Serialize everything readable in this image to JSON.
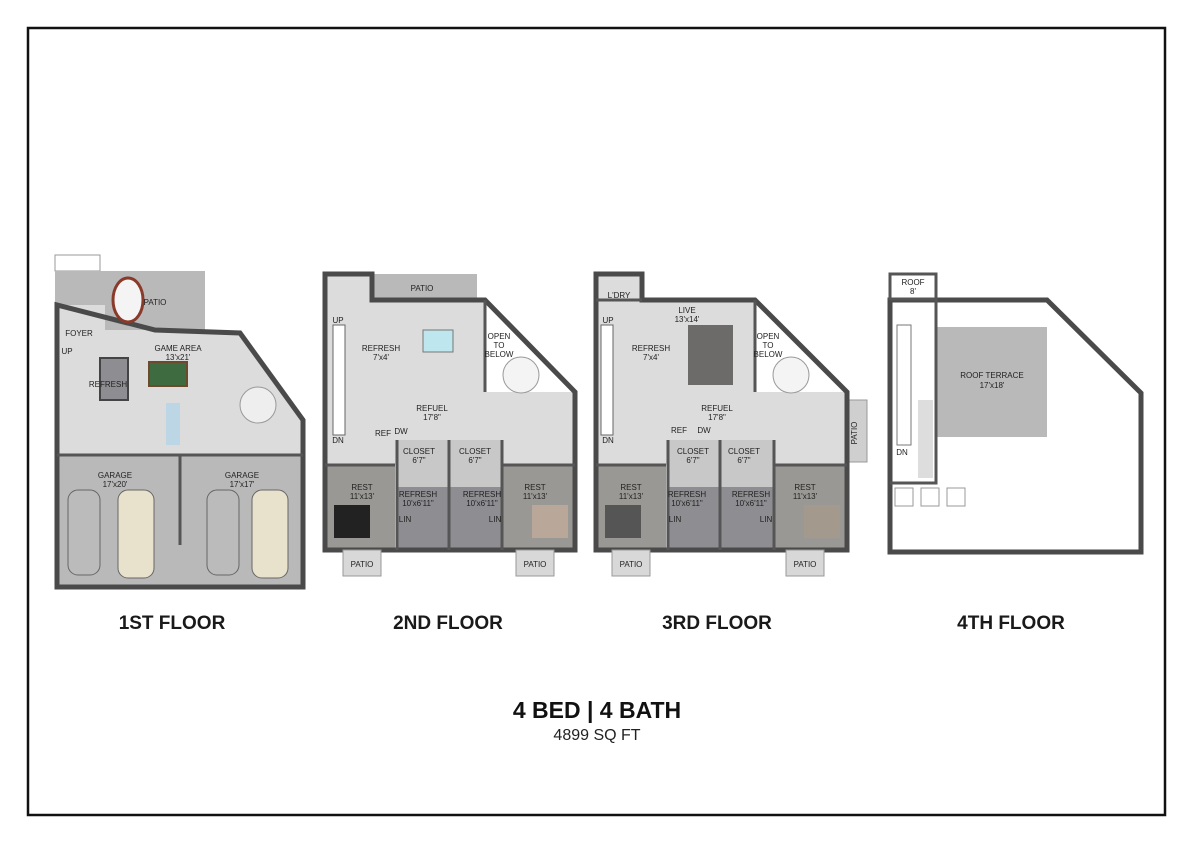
{
  "summary": {
    "beds_baths": "4 BED | 4 BATH",
    "area": "4899 SQ FT"
  },
  "floors": [
    {
      "title": "1ST FLOOR",
      "rooms": [
        {
          "name": "PATIO"
        },
        {
          "name": "FOYER"
        },
        {
          "name": "UP"
        },
        {
          "name": "GAME AREA",
          "size": "13'x21'"
        },
        {
          "name": "REFRESH"
        },
        {
          "name": "GARAGE",
          "size": "17'x20'"
        },
        {
          "name": "GARAGE",
          "size": "17'x17'"
        }
      ]
    },
    {
      "title": "2ND FLOOR",
      "rooms": [
        {
          "name": "PATIO"
        },
        {
          "name": "UP"
        },
        {
          "name": "DN"
        },
        {
          "name": "REFRESH",
          "size": "7'x4'"
        },
        {
          "name": "OPEN",
          "l2": "TO",
          "l3": "BELOW"
        },
        {
          "name": "REFUEL",
          "size": "17'8\""
        },
        {
          "name": "REF"
        },
        {
          "name": "DW"
        },
        {
          "name": "CLOSET",
          "size": "6'7\""
        },
        {
          "name": "CLOSET",
          "size": "6'7\""
        },
        {
          "name": "REST",
          "size": "11'x13'"
        },
        {
          "name": "REFRESH",
          "size": "10'x6'11\""
        },
        {
          "name": "REFRESH",
          "size": "10'x6'11\""
        },
        {
          "name": "REST",
          "size": "11'x13'"
        },
        {
          "name": "PATIO"
        },
        {
          "name": "PATIO"
        },
        {
          "name": "LIN"
        },
        {
          "name": "LIN"
        }
      ]
    },
    {
      "title": "3RD FLOOR",
      "rooms": [
        {
          "name": "L'DRY"
        },
        {
          "name": "UP"
        },
        {
          "name": "DN"
        },
        {
          "name": "LIVE",
          "size": "13'x14'"
        },
        {
          "name": "REFRESH",
          "size": "7'x4'"
        },
        {
          "name": "OPEN",
          "l2": "TO",
          "l3": "BELOW"
        },
        {
          "name": "REFUEL",
          "size": "17'8\""
        },
        {
          "name": "REF"
        },
        {
          "name": "DW"
        },
        {
          "name": "PATIO"
        },
        {
          "name": "CLOSET",
          "size": "6'7\""
        },
        {
          "name": "CLOSET",
          "size": "6'7\""
        },
        {
          "name": "REST",
          "size": "11'x13'"
        },
        {
          "name": "REFRESH",
          "size": "10'x6'11\""
        },
        {
          "name": "REFRESH",
          "size": "10'x6'11\""
        },
        {
          "name": "REST",
          "size": "11'x13'"
        },
        {
          "name": "PATIO"
        },
        {
          "name": "PATIO"
        },
        {
          "name": "LIN"
        },
        {
          "name": "LIN"
        }
      ]
    },
    {
      "title": "4TH FLOOR",
      "rooms": [
        {
          "name": "ROOF",
          "size": "8'"
        },
        {
          "name": "ROOF TERRACE",
          "size": "17'x18'"
        },
        {
          "name": "DN"
        }
      ]
    }
  ],
  "colors": {
    "wall": "#4a4a4a",
    "wood_floor": "#dcdcdc",
    "tile": "#b9b9b9",
    "carpet": "#9a9894",
    "frame": "#111111"
  }
}
